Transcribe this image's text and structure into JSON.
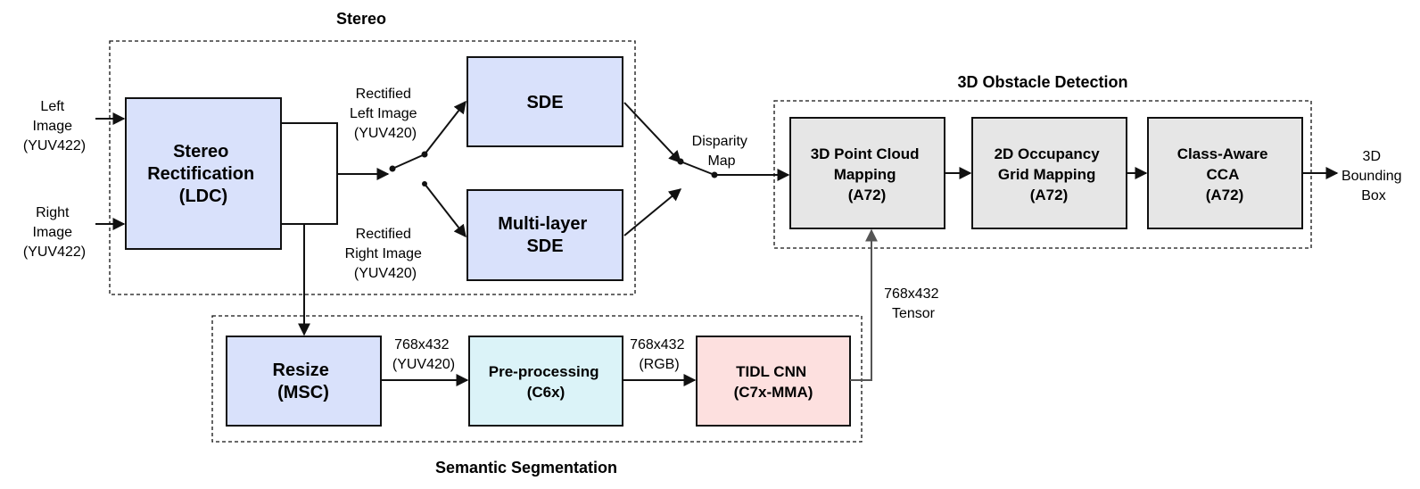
{
  "groups": {
    "stereo": "Stereo",
    "obstacle": "3D Obstacle Detection",
    "segmentation": "Semantic Segmentation"
  },
  "inputs": {
    "left": [
      "Left",
      "Image",
      "(YUV422)"
    ],
    "right": [
      "Right",
      "Image",
      "(YUV422)"
    ]
  },
  "boxes": {
    "rectification": [
      "Stereo",
      "Rectification",
      "(LDC)"
    ],
    "sde": [
      "SDE"
    ],
    "multilayer_sde": [
      "Multi-layer",
      "SDE"
    ],
    "point_cloud": [
      "3D Point Cloud",
      "Mapping",
      "(A72)"
    ],
    "occupancy": [
      "2D Occupancy",
      "Grid Mapping",
      "(A72)"
    ],
    "cca": [
      "Class-Aware",
      "CCA",
      "(A72)"
    ],
    "resize": [
      "Resize",
      "(MSC)"
    ],
    "preprocessing": [
      "Pre-processing",
      "(C6x)"
    ],
    "tidl": [
      "TIDL CNN",
      "(C7x-MMA)"
    ]
  },
  "labels": {
    "rect_left": [
      "Rectified",
      "Left Image",
      "(YUV420)"
    ],
    "rect_right": [
      "Rectified",
      "Right Image",
      "(YUV420)"
    ],
    "disparity": [
      "Disparity",
      "Map"
    ],
    "bbox": [
      "3D",
      "Bounding",
      "Box"
    ],
    "tensor": [
      "768x432",
      "Tensor"
    ],
    "resize_out": [
      "768x432",
      "(YUV420)"
    ],
    "pre_out": [
      "768x432",
      "(RGB)"
    ]
  },
  "colors": {
    "blue_box": "#d9e1fb",
    "cyan_box": "#dbf3f8",
    "pink_box": "#fde0df",
    "gray_box": "#e6e6e6",
    "stroke": "#111111"
  }
}
